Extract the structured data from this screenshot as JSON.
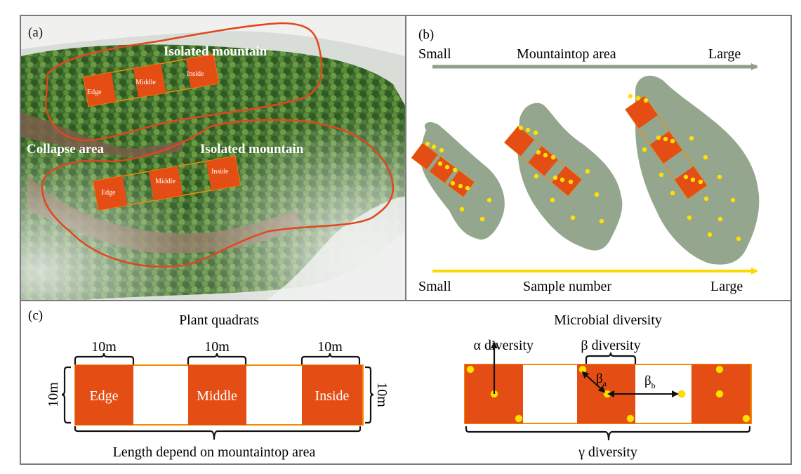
{
  "figure": {
    "panel_a": {
      "label": "(a)",
      "top_mountain_label": "Isolated mountain",
      "bottom_mountain_label": "Isolated mountain",
      "collapse_label": "Collapse area",
      "top_quadrats": [
        "Edge",
        "Middle",
        "Inside"
      ],
      "bottom_quadrats": [
        "Edge",
        "Middle",
        "Inside"
      ]
    },
    "panel_b": {
      "label": "(b)",
      "top_axis": {
        "left": "Small",
        "title": "Mountaintop area",
        "right": "Large"
      },
      "bottom_axis": {
        "left": "Small",
        "title": "Sample number",
        "right": "Large"
      }
    },
    "panel_c": {
      "label": "(c)",
      "plant": {
        "title": "Plant quadrats",
        "quadrat_width": "10m",
        "quadrat_height": "10m",
        "quadrats": [
          "Edge",
          "Middle",
          "Inside"
        ],
        "length_note": "Length depend on mountaintop area"
      },
      "microbial": {
        "title": "Microbial diversity",
        "alpha": "α diversity",
        "beta": "β diversity",
        "beta_a": "β",
        "beta_a_sub": "a",
        "beta_b": "β",
        "beta_b_sub": "b",
        "gamma": "γ diversity"
      }
    },
    "colors": {
      "quadrat": "#e44d14",
      "quadrat_outline": "#f28c00",
      "sample_dot": "#ffe000",
      "blob": "#94a78e",
      "area_arrow": "#8e9e88",
      "sample_arrow": "#ffd800",
      "frame": "#7a7a7a",
      "mountain_outline": "#e2461c"
    }
  }
}
